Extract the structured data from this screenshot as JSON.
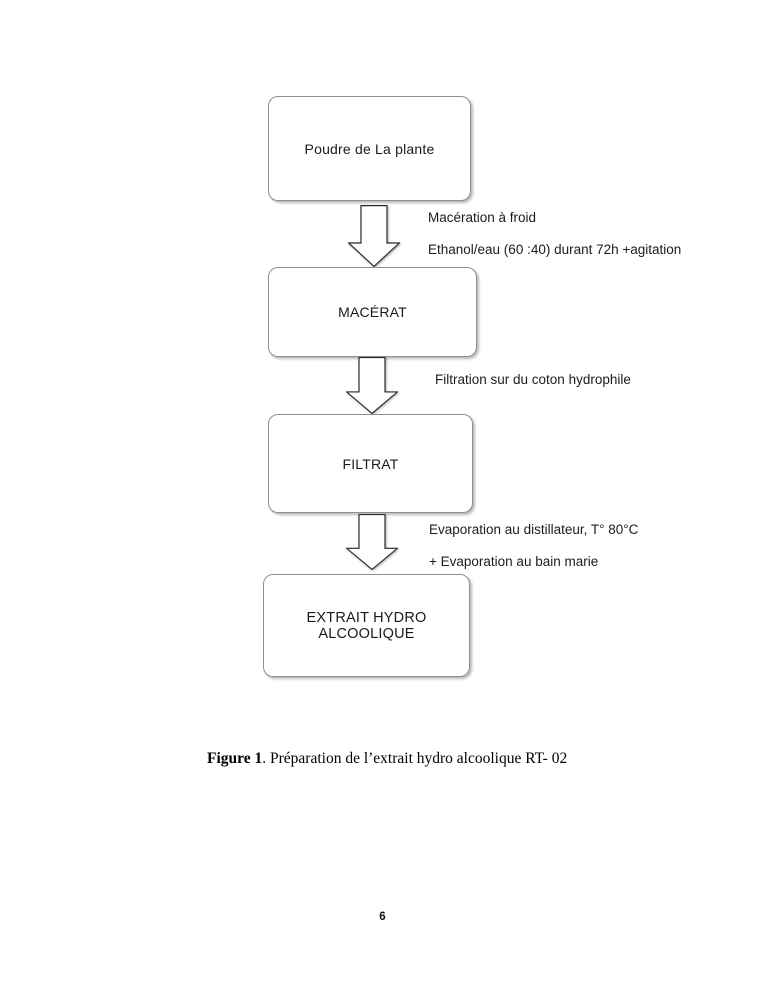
{
  "page": {
    "number": "6",
    "background_color": "#ffffff"
  },
  "flowchart": {
    "boxes": [
      {
        "label": "Poudre de La plante"
      },
      {
        "label": "MACÉRAT"
      },
      {
        "label": "FILTRAT"
      },
      {
        "label": "EXTRAIT HYDRO ALCOOLIQUE"
      }
    ],
    "annotations": [
      {
        "lines": [
          "Macération à froid",
          "Ethanol/eau (60 :40) durant 72h +agitation"
        ]
      },
      {
        "lines": [
          "Filtration sur du coton hydrophile"
        ]
      },
      {
        "lines": [
          "Evaporation au distillateur, T° 80°C",
          "+ Evaporation au bain marie"
        ]
      }
    ],
    "colors": {
      "box_border": "#8f8f8f",
      "box_fill": "#ffffff",
      "arrow_outline": "#2b2b2b",
      "arrow_fill": "#ffffff",
      "text": "#1a1a1a"
    }
  },
  "caption": {
    "label": "Figure 1",
    "text": ". Préparation de l’extrait hydro alcoolique RT- 02"
  }
}
